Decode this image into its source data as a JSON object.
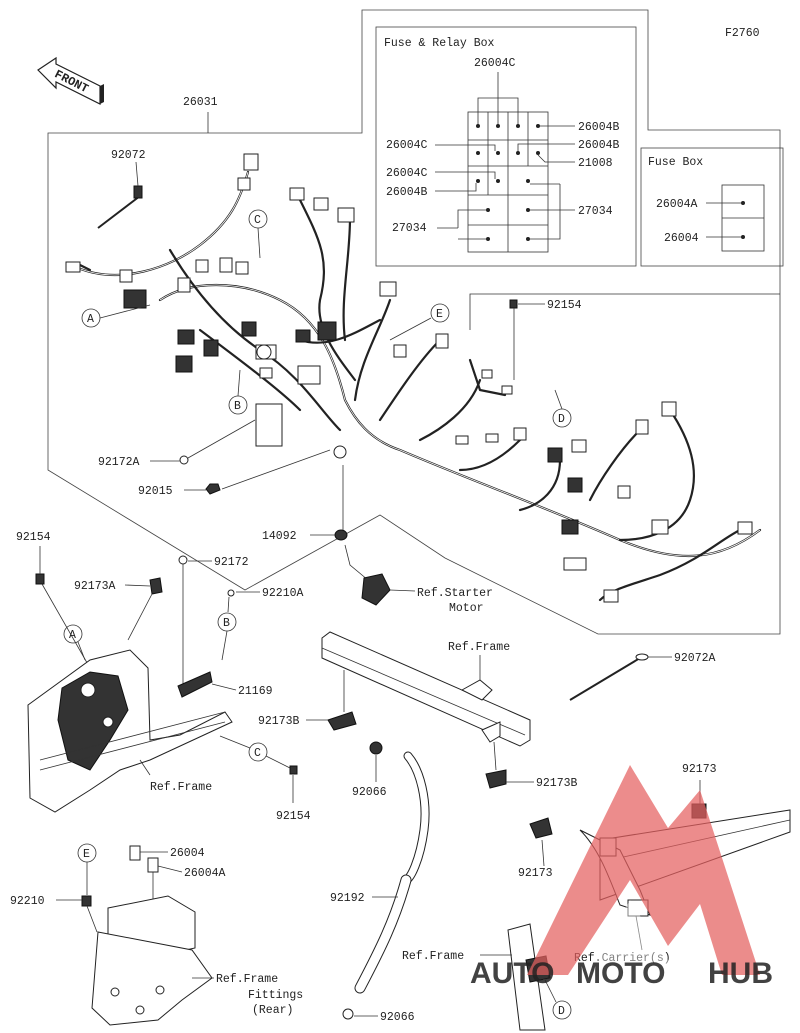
{
  "figure_code": "F2760",
  "direction_label": "FRONT",
  "fuse_relay_box": {
    "title": "Fuse & Relay Box",
    "labels": [
      "26004C",
      "26004B",
      "26004C",
      "26004B",
      "21008",
      "26004C",
      "26004B",
      "27034",
      "27034"
    ]
  },
  "fuse_box": {
    "title": "Fuse Box",
    "labels": [
      "26004A",
      "26004"
    ]
  },
  "main_harness": "26031",
  "part_labels": [
    "92072",
    "92154",
    "92172A",
    "92015",
    "14092",
    "Ref.Starter",
    "Motor",
    "92154",
    "92173A",
    "92172",
    "92210A",
    "21169",
    "Ref.Frame",
    "92154",
    "92173B",
    "92066",
    "92173B",
    "92072A",
    "92173",
    "92173",
    "92192",
    "26004",
    "26004A",
    "92210",
    "Ref.Frame",
    "Fittings",
    "(Rear)",
    "92066",
    "Ref.Frame",
    "Ref.Carrier(s)",
    "Ref.Frame"
  ],
  "callouts": [
    "A",
    "B",
    "C",
    "D",
    "E",
    "A",
    "B",
    "C",
    "D",
    "E"
  ],
  "watermark": {
    "part1": "AUTO",
    "part2": "MOTO",
    "part3": "HUB",
    "color_red": "#e4605f",
    "color_orange": "#f4a640",
    "color_gray": "#2e2e2e"
  }
}
